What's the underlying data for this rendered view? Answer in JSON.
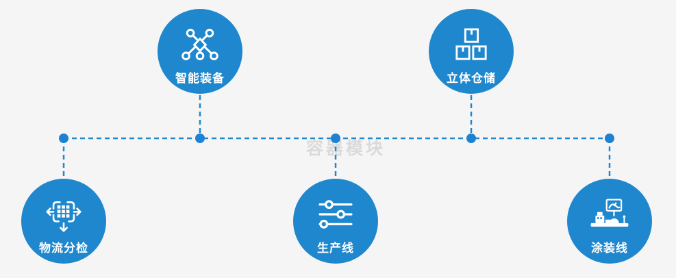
{
  "diagram": {
    "background_color": "#f5f5f6",
    "accent_color": "#1f87cd",
    "dot_color": "#1e82d2",
    "node_text_color": "#ffffff",
    "connector_style": "dashed",
    "watermark": {
      "text": "容器模块",
      "color": "#dadada"
    },
    "nodes": [
      {
        "id": "smart-equipment",
        "label": "智能装备",
        "icon": "network-nodes-icon",
        "position": "top-left"
      },
      {
        "id": "stereo-warehouse",
        "label": "立体仓储",
        "icon": "stacked-boxes-icon",
        "position": "top-right"
      },
      {
        "id": "logistics-sorting",
        "label": "物流分检",
        "icon": "sorting-grid-arrows-icon",
        "position": "bottom-left"
      },
      {
        "id": "production-line",
        "label": "生产线",
        "icon": "sliders-icon",
        "position": "bottom-center"
      },
      {
        "id": "coating-line",
        "label": "涂装线",
        "icon": "coating-machine-icon",
        "position": "bottom-right"
      }
    ]
  }
}
